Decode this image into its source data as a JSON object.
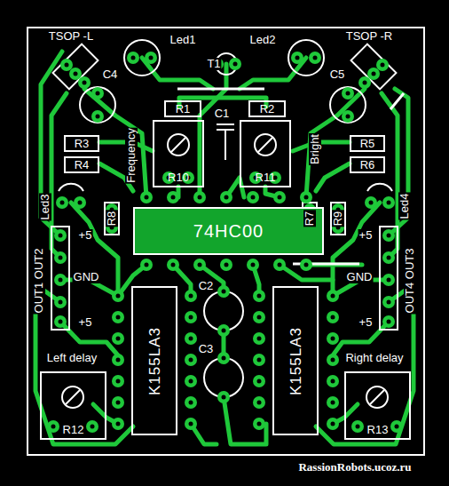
{
  "diagram": {
    "nodes": [
      {
        "text": [
          "R1"
        ]
      },
      {
        "text": [
          "R2"
        ]
      },
      {
        "text": [
          "R10"
        ]
      },
      {
        "text": [
          "R11"
        ]
      },
      {
        "text": [
          "R3"
        ]
      },
      {
        "text": [
          "R4"
        ]
      },
      {
        "text": [
          "R5"
        ]
      },
      {
        "text": [
          "R6"
        ]
      },
      {
        "text": [
          "74HC00"
        ]
      },
      {
        "text": [
          "K155LA3"
        ]
      },
      {
        "text": [
          "K155LA3"
        ]
      },
      {
        "text": [
          "R12"
        ]
      },
      {
        "text": [
          "R13"
        ]
      }
    ],
    "labels": [
      "TSOP -L",
      "Led1",
      "Led2",
      "TSOP -R",
      "T1",
      "C4",
      "C5",
      "C1",
      "Frequency",
      "Bright",
      "Led3",
      "R8",
      "R7",
      "R9",
      "Led4",
      "+5",
      "+5",
      "OUT1 OUT2",
      "GND",
      "GND",
      "OUT4 OUT3",
      "C2",
      "+5",
      "+5",
      "C3",
      "Left delay",
      "Right delay",
      "RassionRobots.ucoz.ru"
    ]
  }
}
